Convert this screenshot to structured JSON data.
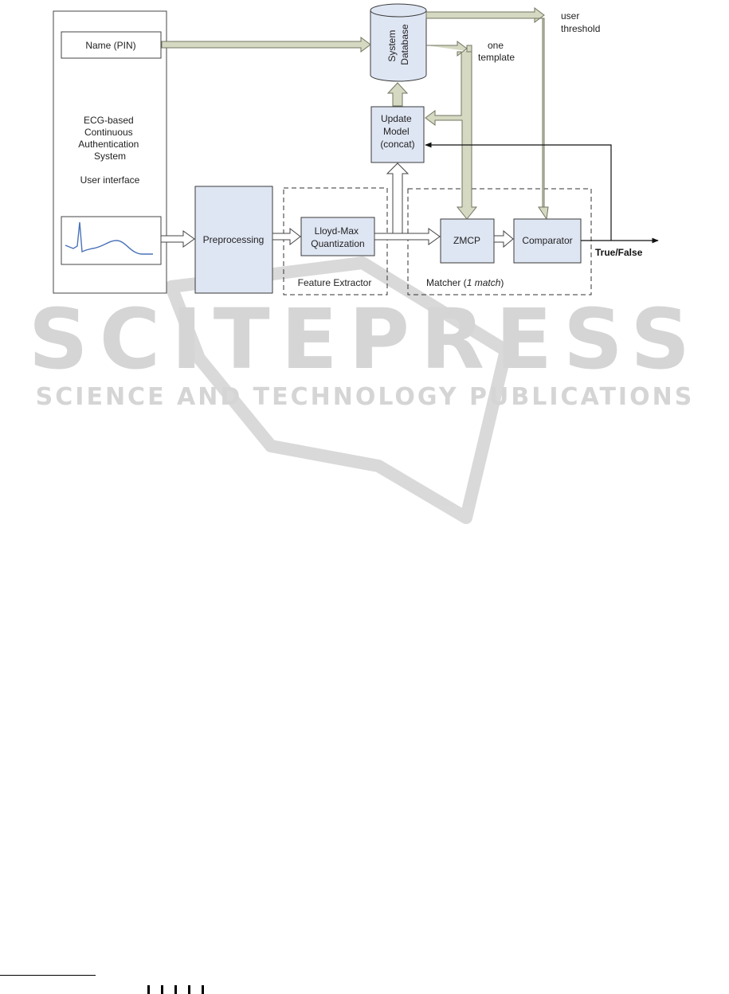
{
  "diagram": {
    "ui_panel": {
      "name_field": "Name (PIN)",
      "title_lines": [
        "ECG-based",
        "Continuous",
        "Authentication",
        "System"
      ],
      "subtitle": "User interface"
    },
    "blocks": {
      "database": [
        "System",
        "Database"
      ],
      "update_model": [
        "Update",
        "Model",
        "(concat)"
      ],
      "preprocessing": "Preprocessing",
      "lloyd_max": [
        "Lloyd-Max",
        "Quantization"
      ],
      "zmcp": "ZMCP",
      "comparator": "Comparator"
    },
    "groups": {
      "feature_extractor": "Feature Extractor",
      "matcher_prefix": "Matcher (",
      "matcher_italic": "1 match",
      "matcher_suffix": ")"
    },
    "flow_labels": {
      "user_threshold": [
        "user",
        "threshold"
      ],
      "one_template": [
        "one",
        "template"
      ],
      "output": "True/False"
    },
    "colors": {
      "block_fill": "#dfe6f3",
      "block_stroke": "#3a3a3a",
      "db_arrow_fill": "#d6d9c2",
      "db_arrow_stroke": "#707560",
      "watermark": "#d3d3d3"
    }
  },
  "watermark": {
    "brand": "SCITEPRESS",
    "tagline": "SCIENCE AND TECHNOLOGY PUBLICATIONS"
  }
}
